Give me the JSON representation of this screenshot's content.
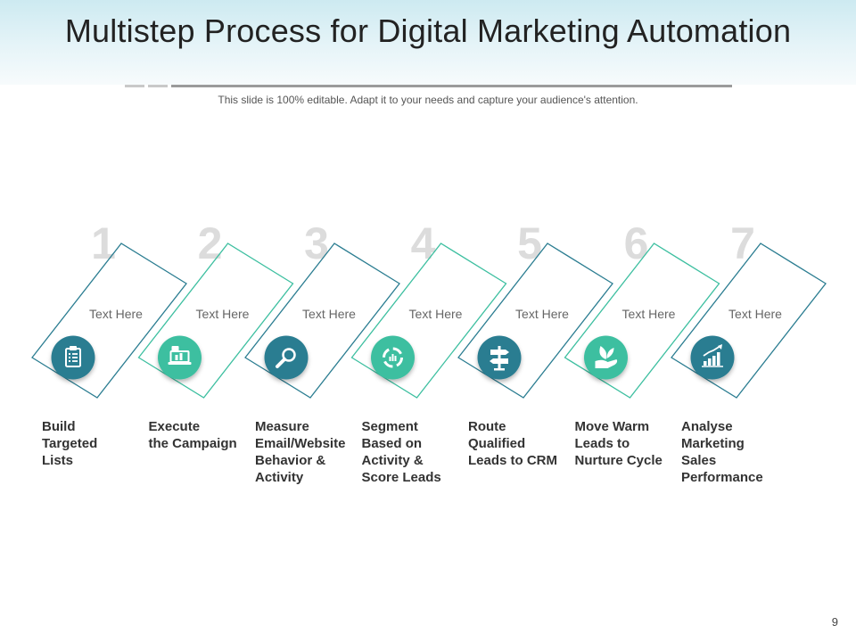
{
  "slide": {
    "title": "Multistep Process for Digital Marketing Automation",
    "subtitle": "This slide is 100% editable. Adapt it to your needs and capture your audience's attention.",
    "page_number": "9"
  },
  "colors": {
    "dark_teal": "#2b7d91",
    "light_teal": "#3dbfa0",
    "number_gray": "#dcdcdc",
    "text_here_gray": "#666666",
    "rule_gray": "#9b9b9b"
  },
  "steps": [
    {
      "number": "1",
      "caption": "Text Here",
      "label_lines": [
        "Build",
        "Targeted",
        "Lists"
      ],
      "icon": "clipboard-list-icon",
      "color": "dark"
    },
    {
      "number": "2",
      "caption": "Text Here",
      "label_lines": [
        "Execute",
        "the Campaign"
      ],
      "icon": "laptop-campaign-icon",
      "color": "light"
    },
    {
      "number": "3",
      "caption": "Text Here",
      "label_lines": [
        "Measure",
        "Email/Website",
        "Behavior &",
        "Activity"
      ],
      "icon": "magnifier-icon",
      "color": "dark"
    },
    {
      "number": "4",
      "caption": "Text Here",
      "label_lines": [
        "Segment",
        "Based on",
        "Activity  &",
        "Score Leads"
      ],
      "icon": "segment-cycle-icon",
      "color": "light"
    },
    {
      "number": "5",
      "caption": "Text Here",
      "label_lines": [
        "Route",
        "Qualified",
        "Leads to CRM"
      ],
      "icon": "signpost-icon",
      "color": "dark"
    },
    {
      "number": "6",
      "caption": "Text Here",
      "label_lines": [
        "Move Warm",
        "Leads to",
        "Nurture Cycle"
      ],
      "icon": "hand-leaf-icon",
      "color": "light"
    },
    {
      "number": "7",
      "caption": "Text Here",
      "label_lines": [
        "Analyse",
        "Marketing",
        "Sales",
        "Performance"
      ],
      "icon": "growth-chart-icon",
      "color": "dark"
    }
  ]
}
